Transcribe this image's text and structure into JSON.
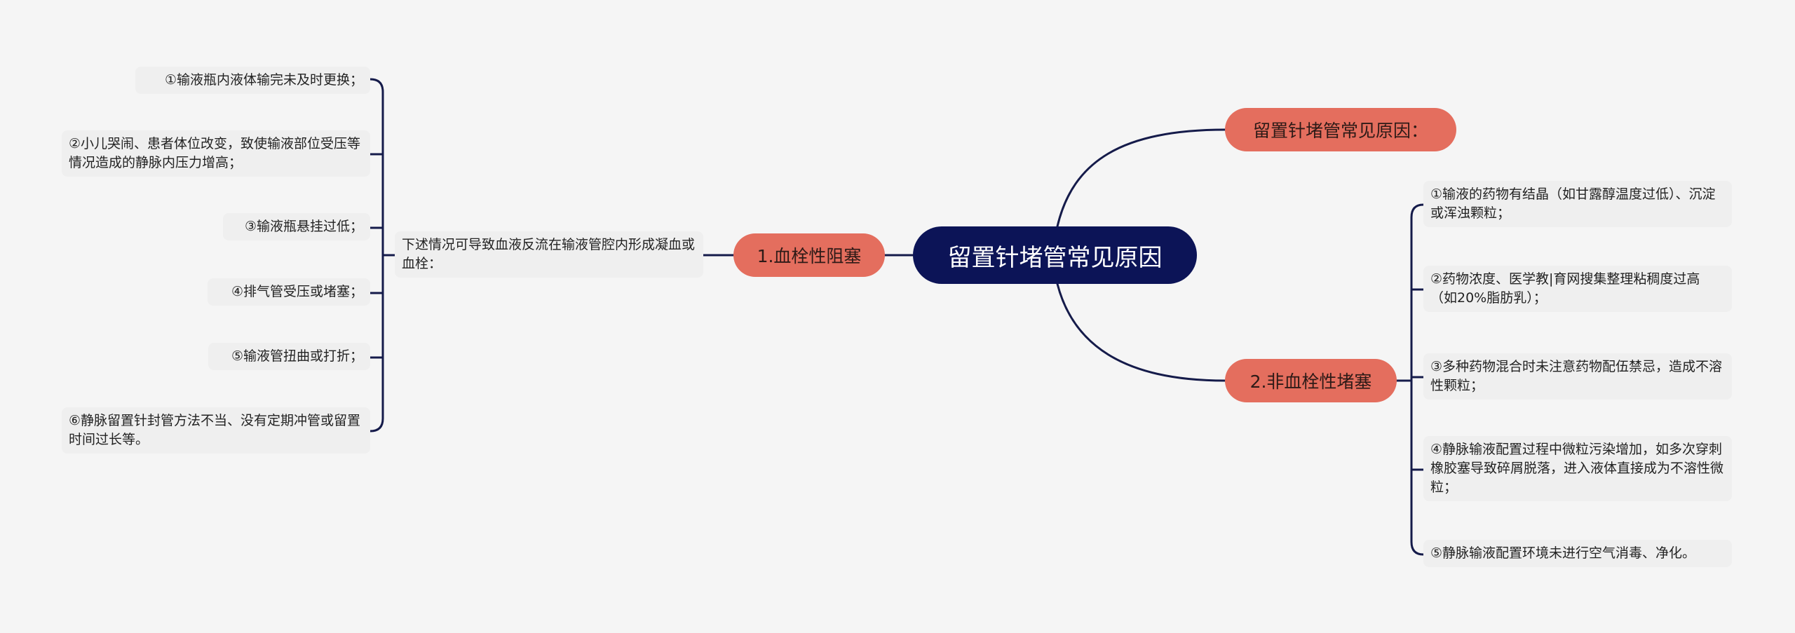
{
  "diagram": {
    "root": {
      "label": "留置针堵管常见原因"
    },
    "right_top": {
      "label": "留置针堵管常见原因："
    },
    "left_branch": {
      "label": "1.血栓性阻塞",
      "note": "下述情况可导致血液反流在输液管腔内形成凝血或血栓：",
      "items": [
        "①输液瓶内液体输完未及时更换；",
        "②小儿哭闹、患者体位改变，致使输液部位受压等情况造成的静脉内压力增高；",
        "③输液瓶悬挂过低；",
        "④排气管受压或堵塞；",
        "⑤输液管扭曲或打折；",
        "⑥静脉留置针封管方法不当、没有定期冲管或留置时间过长等。"
      ]
    },
    "right_branch": {
      "label": "2.非血栓性堵塞",
      "items": [
        "①输液的药物有结晶（如甘露醇温度过低）、沉淀或浑浊颗粒；",
        "②药物浓度、医学教|育网搜集整理粘稠度过高（如20%脂肪乳）；",
        "③多种药物混合时未注意药物配伍禁忌，造成不溶性颗粒；",
        "④静脉输液配置过程中微粒污染增加，如多次穿刺橡胶塞导致碎屑脱落，进入液体直接成为不溶性微粒；",
        "⑤静脉输液配置环境未进行空气消毒、净化。"
      ]
    },
    "colors": {
      "root_fill": "#0c1457",
      "branch_fill": "#e46e5e",
      "leaf_fill": "#efefef",
      "line": "#151b4a",
      "background": "#f5f5f5"
    }
  }
}
